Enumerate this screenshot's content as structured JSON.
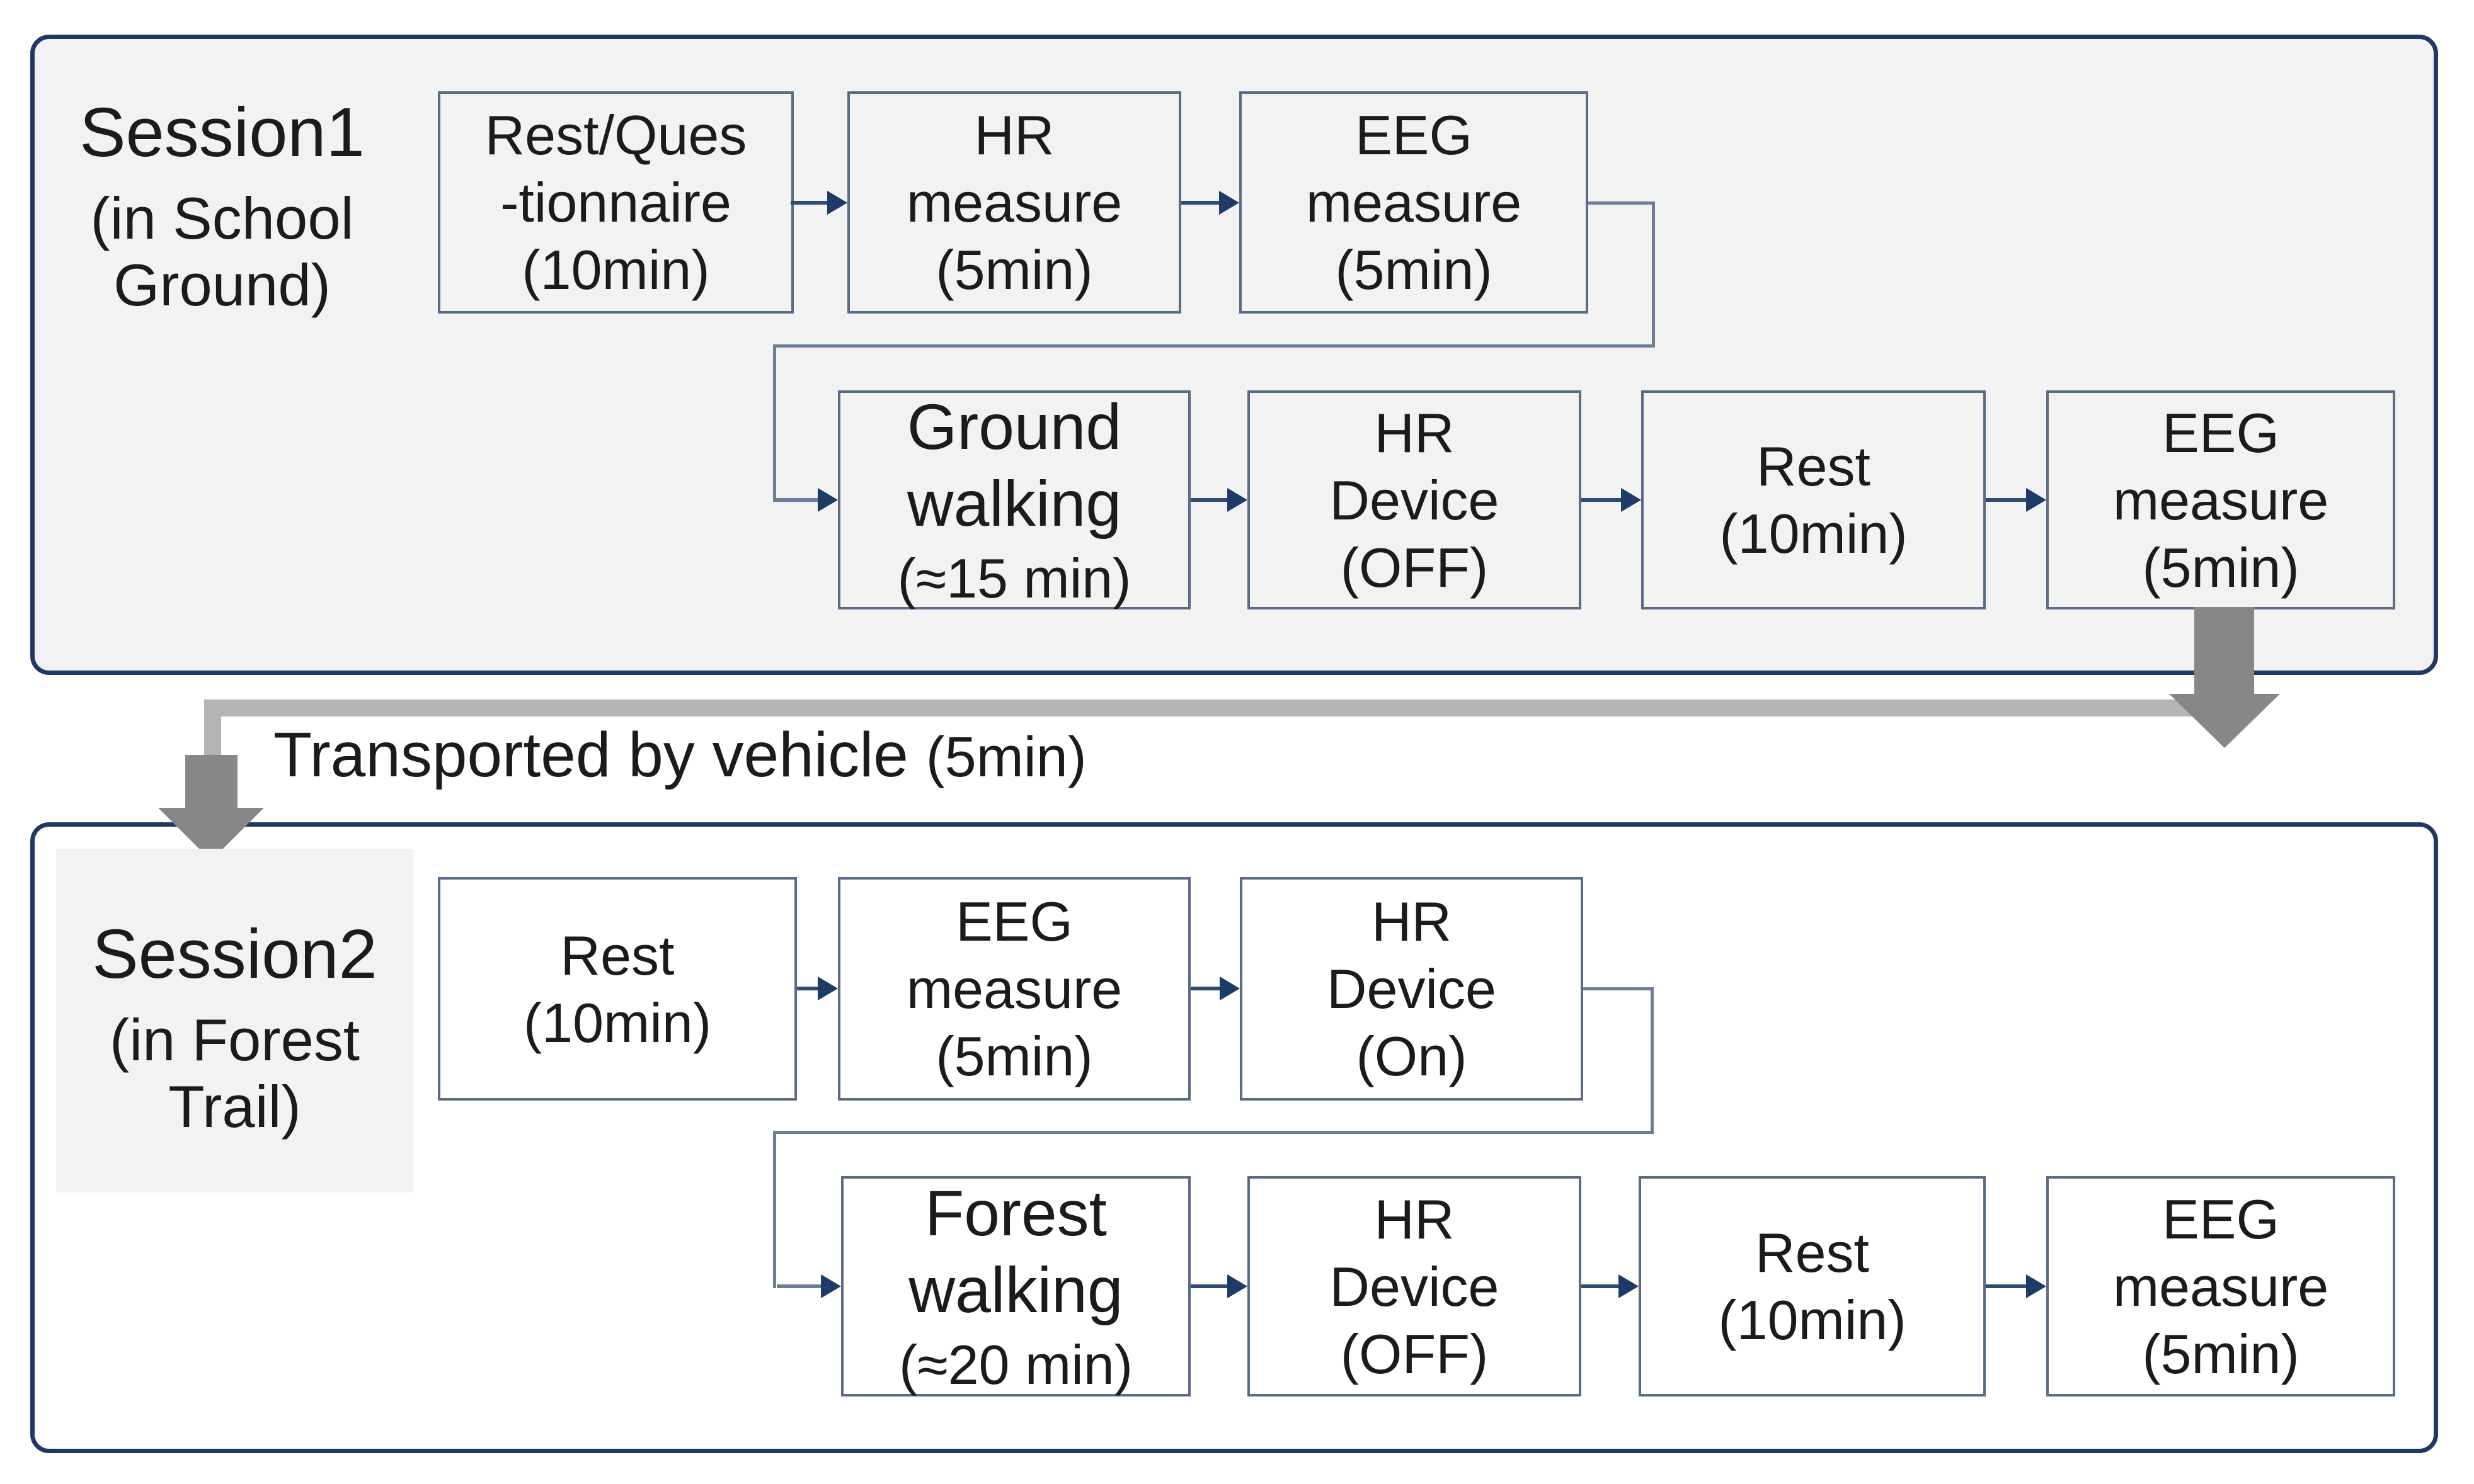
{
  "colors": {
    "panel_border": "#1f3864",
    "session1_fill": "#f2f2f2",
    "session2_fill": "#ffffff",
    "node_border": "#5a6b87",
    "connector_line": "#6d7d99",
    "arrow_shaft": "#2f4a74",
    "arrow_head": "#1e3a66",
    "transport_arrow": "#878787",
    "transport_bar": "#b3b3b3",
    "text": "#1b1b1b"
  },
  "session1": {
    "title": "Session1",
    "subtitle1": "(in School",
    "subtitle2": "Ground)",
    "row1": {
      "box1": {
        "line1": "Rest/Ques",
        "line2": "-tionnaire",
        "line3": "(10min)"
      },
      "box2": {
        "line1": "HR",
        "line2": "measure",
        "line3": "(5min)"
      },
      "box3": {
        "line1": "EEG",
        "line2": "measure",
        "line3": "(5min)"
      }
    },
    "row2": {
      "box1": {
        "line1": "Ground",
        "line2": "walking",
        "line3": "(≈15 min)"
      },
      "box2": {
        "line1": "HR",
        "line2": "Device",
        "line3": "(OFF)"
      },
      "box3": {
        "line1": "Rest",
        "line2": "(10min)",
        "line3": ""
      },
      "box4": {
        "line1": "EEG",
        "line2": "measure",
        "line3": "(5min)"
      }
    }
  },
  "transport": {
    "label": "Transported by vehicle ",
    "duration": "(5min)"
  },
  "session2": {
    "title": "Session2",
    "subtitle1": "(in Forest",
    "subtitle2": "Trail)",
    "row1": {
      "box1": {
        "line1": "Rest",
        "line2": "(10min)",
        "line3": ""
      },
      "box2": {
        "line1": "EEG",
        "line2": "measure",
        "line3": "(5min)"
      },
      "box3": {
        "line1": "HR",
        "line2": "Device",
        "line3": "(On)"
      }
    },
    "row2": {
      "box1": {
        "line1": "Forest",
        "line2": "walking",
        "line3": "(≈20 min)"
      },
      "box2": {
        "line1": "HR",
        "line2": "Device",
        "line3": "(OFF)"
      },
      "box3": {
        "line1": "Rest",
        "line2": "(10min)",
        "line3": ""
      },
      "box4": {
        "line1": "EEG",
        "line2": "measure",
        "line3": "(5min)"
      }
    }
  }
}
